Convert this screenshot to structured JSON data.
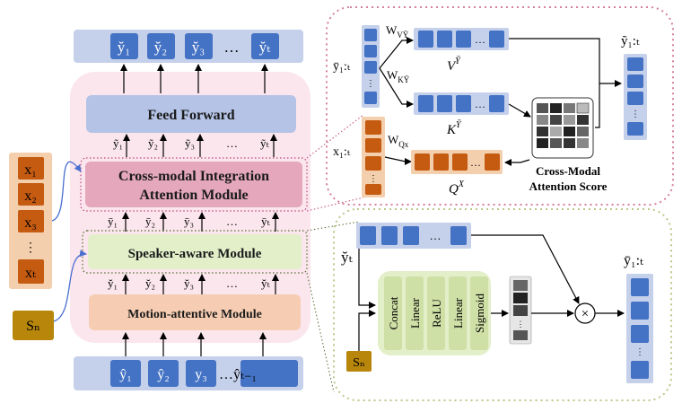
{
  "output_tokens": [
    "y̆₁",
    "y̆₂",
    "y̆₃",
    "…",
    "y̆ₜ"
  ],
  "input_tokens": [
    "ŷ₁",
    "ŷ₂",
    "y₃",
    "…ŷₜ₋₁"
  ],
  "feed_forward_label": "Feed Forward",
  "cross_modal_label_line1": "Cross-modal Integration",
  "cross_modal_label_line2": "Attention Module",
  "speaker_label": "Speaker-aware Module",
  "motion_label": "Motion-attentive Module",
  "ff_in_labels": [
    "ỹ₁",
    "ỹ₂",
    "ỹ₃",
    "…",
    "ỹₜ"
  ],
  "cm_in_labels": [
    "ȳ₁",
    "ȳ₂",
    "ȳ₃",
    "…",
    "ȳₜ"
  ],
  "sp_in_labels": [
    "y̆₁",
    "y̆₂",
    "y̆₃",
    "…",
    "y̆ₜ"
  ],
  "x_labels": [
    "x₁",
    "x₂",
    "x₃",
    "⋮",
    "xₜ"
  ],
  "sn_label": "Sₙ",
  "attn": {
    "y_input": "ȳ₁:ₜ",
    "x_input": "x₁:ₜ",
    "w_v": "W",
    "w_v_sub": "VȲ",
    "w_k": "W",
    "w_k_sub": "KȲ",
    "w_q": "W",
    "w_q_sub": "Qx",
    "v_label": "V",
    "v_sup": "Ȳ",
    "k_label": "K",
    "k_sup": "Ȳ",
    "q_label": "Q",
    "q_sup": "X",
    "score_label_line1": "Cross-Modal",
    "score_label_line2": "Attention Score",
    "output": "ỹ₁:ₜ"
  },
  "spk": {
    "y_input": "y̆ₜ",
    "sn": "Sₙ",
    "ops": [
      "Concat",
      "Linear",
      "ReLU",
      "Linear",
      "Sigmoid"
    ],
    "output": "ȳ₁:ₜ",
    "multiply": "×"
  },
  "colors": {
    "blue_cell": "#4472c4",
    "light_blue": "#c5d0ea",
    "orange_cell": "#c55a11",
    "light_orange": "#f4cfae",
    "pink_panel": "#fbe6ee",
    "gold": "#b8860b",
    "green": "#e2efc9"
  }
}
